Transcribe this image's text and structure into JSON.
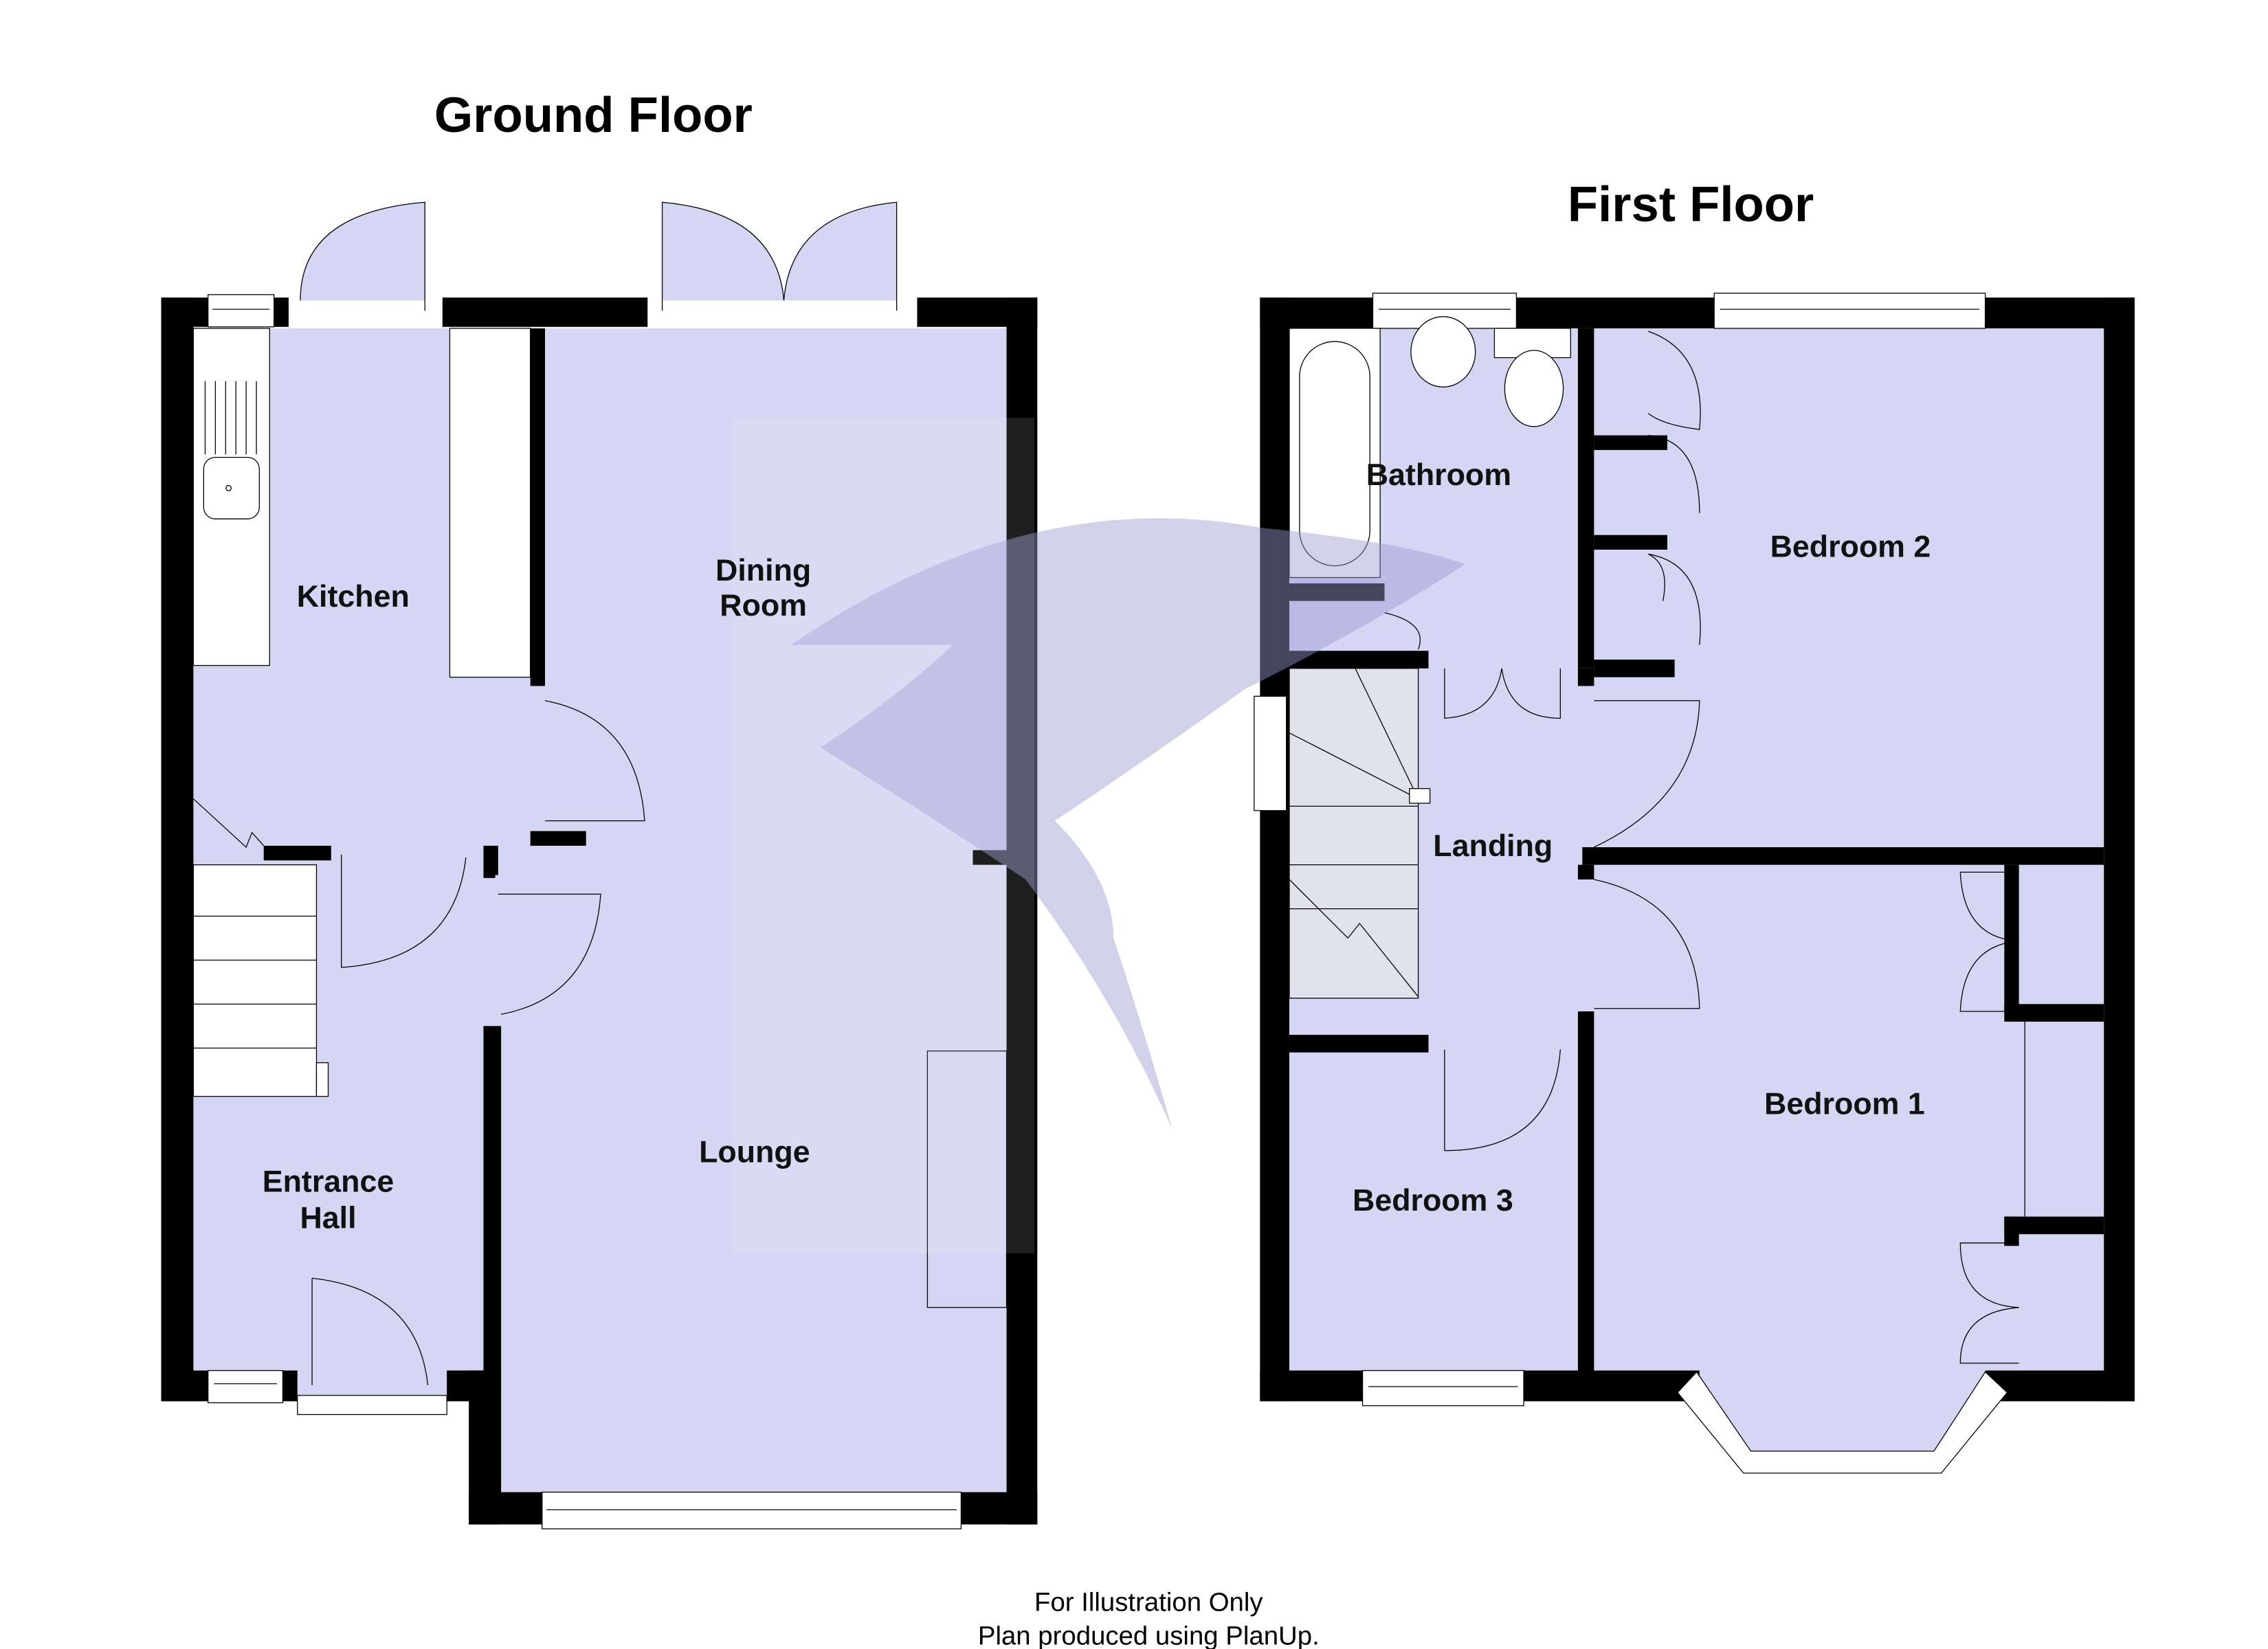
{
  "titles": {
    "ground_floor": "Ground Floor",
    "first_floor": "First Floor"
  },
  "ground_floor": {
    "rooms": [
      {
        "name": "Kitchen"
      },
      {
        "name_line1": "Dining",
        "name_line2": "Room"
      },
      {
        "name": "Lounge"
      },
      {
        "name_line1": "Entrance",
        "name_line2": "Hall"
      }
    ]
  },
  "first_floor": {
    "rooms": [
      {
        "name": "Bathroom"
      },
      {
        "name": "Bedroom 2"
      },
      {
        "name": "Landing"
      },
      {
        "name": "Bedroom 1"
      },
      {
        "name": "Bedroom 3"
      }
    ]
  },
  "footer": {
    "line1": "For Illustration Only",
    "line2": "Plan produced using PlanUp."
  },
  "colors": {
    "room_fill": "#d5d5f4",
    "wall": "#000000",
    "watermark": "#9a9ad0"
  },
  "watermark": {
    "icon": "swallow-bird-logo"
  }
}
